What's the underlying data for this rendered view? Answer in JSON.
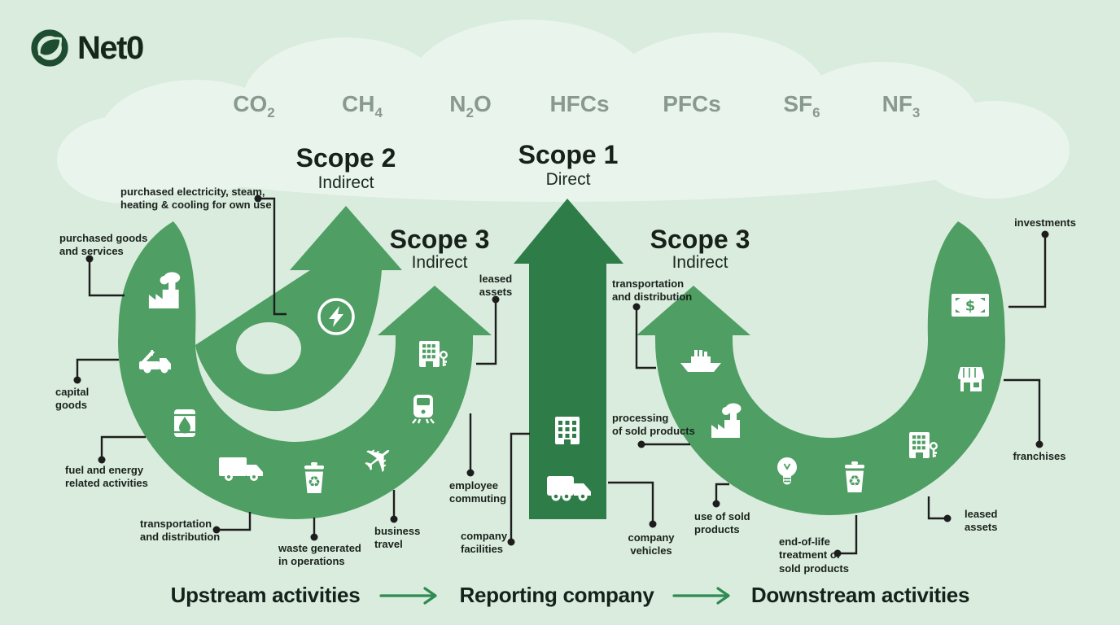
{
  "logo": {
    "text": "Net0"
  },
  "cloud_gases": [
    "CO_2",
    "CH_4",
    "N_2O",
    "HFCs",
    "PFCs",
    "SF_6",
    "NF_3"
  ],
  "scopes": {
    "scope2": {
      "title": "Scope 2",
      "subtitle": "Indirect"
    },
    "scope1": {
      "title": "Scope 1",
      "subtitle": "Direct"
    },
    "scope3_left": {
      "title": "Scope 3",
      "subtitle": "Indirect"
    },
    "scope3_right": {
      "title": "Scope 3",
      "subtitle": "Indirect"
    }
  },
  "callouts": [
    {
      "id": "purchased-electricity",
      "text": "purchased electricity, steam,\nheating & cooling for own use"
    },
    {
      "id": "purchased-goods",
      "text": "purchased goods\nand services"
    },
    {
      "id": "capital-goods",
      "text": "capital\ngoods"
    },
    {
      "id": "fuel-energy",
      "text": "fuel and energy\nrelated activities"
    },
    {
      "id": "transportation-upstream",
      "text": "transportation\nand distribution"
    },
    {
      "id": "waste-operations",
      "text": "waste generated\nin operations"
    },
    {
      "id": "business-travel",
      "text": "business\ntravel"
    },
    {
      "id": "employee-commuting",
      "text": "employee\ncommuting"
    },
    {
      "id": "leased-assets-upstream",
      "text": "leased\nassets"
    },
    {
      "id": "company-facilities",
      "text": "company\nfacilities"
    },
    {
      "id": "company-vehicles",
      "text": "company\nvehicles"
    },
    {
      "id": "transportation-downstream",
      "text": "transportation\nand distribution"
    },
    {
      "id": "processing-sold-products",
      "text": "processing\nof sold products"
    },
    {
      "id": "use-sold-products",
      "text": "use of sold\nproducts"
    },
    {
      "id": "end-of-life",
      "text": "end-of-life\ntreatment of\nsold products"
    },
    {
      "id": "investments",
      "text": "investments"
    },
    {
      "id": "franchises",
      "text": "franchises"
    },
    {
      "id": "leased-assets-downstream",
      "text": "leased\nassets"
    }
  ],
  "footer": {
    "upstream": "Upstream activities",
    "reporting": "Reporting company",
    "downstream": "Downstream activities"
  },
  "icons": [
    "factory-icon",
    "crane-truck-icon",
    "oil-barrel-icon",
    "delivery-truck-icon",
    "recycle-bin-icon",
    "airplane-icon",
    "train-icon",
    "building-key-icon",
    "lightning-circle-icon",
    "office-building-icon",
    "box-truck-icon",
    "ship-icon",
    "factory-smoke-icon",
    "lightbulb-icon",
    "recycle-bin-icon",
    "building-key-icon",
    "storefront-icon",
    "dollar-bill-icon"
  ],
  "colors": {
    "background": "#d9ecdd",
    "cloud": "#e9f5ec",
    "band_green": "#4f9e63",
    "scope1_green": "#2e7d49",
    "text_dark": "#172019",
    "gas_gray": "#8a998e",
    "connector_black": "#1d1d1d",
    "logo_green": "#1d4c31",
    "flow_arrow_green": "#2e8b52",
    "icon_white": "#ffffff"
  }
}
